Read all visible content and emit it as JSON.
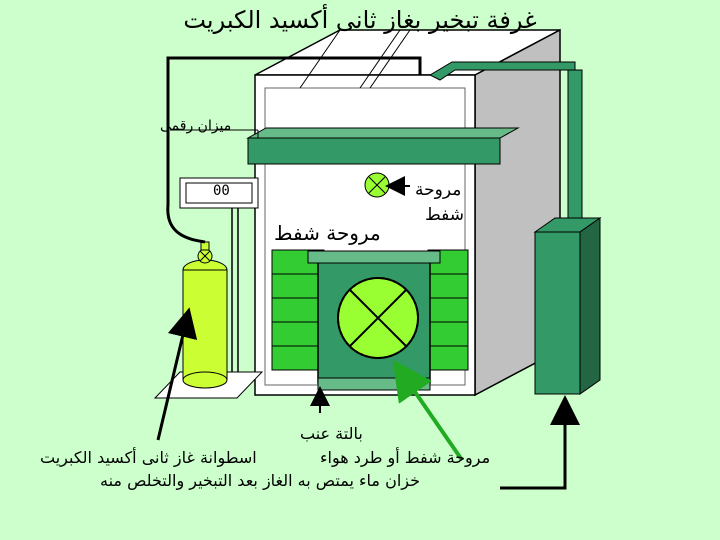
{
  "title": "غرفة تبخير بغاز ثانى أكسيد الكبريت",
  "labels": {
    "digital_scale": "ميزان رقمى",
    "scale_reading": "00",
    "exhaust_fan_center": "مروحة شفط",
    "fan_small_line1": "مروحة",
    "fan_small_line2": "شفط",
    "grape_box": "بالتة عنب",
    "exhaust_fan_or_air_expel": "مروحة شفط أو طرد هواء",
    "so2_cylinder": "اسطوانة غاز ثانى أكسيد الكبريت",
    "water_tank": "خزان ماء يمتص به الغاز بعد التبخير والتخلص منه"
  },
  "colors": {
    "background": "#ccffcc",
    "chamber_front": "#ffffff",
    "chamber_side": "#c0c0c0",
    "duct_green": "#339966",
    "box_green": "#33cc33",
    "cylinder_yellow": "#ccff33",
    "arrow_green": "#22aa22",
    "fan_face": "#99ff33"
  },
  "icons": [
    "fan-icon",
    "gas-cylinder-icon",
    "digital-scale-icon",
    "water-tank-icon"
  ]
}
